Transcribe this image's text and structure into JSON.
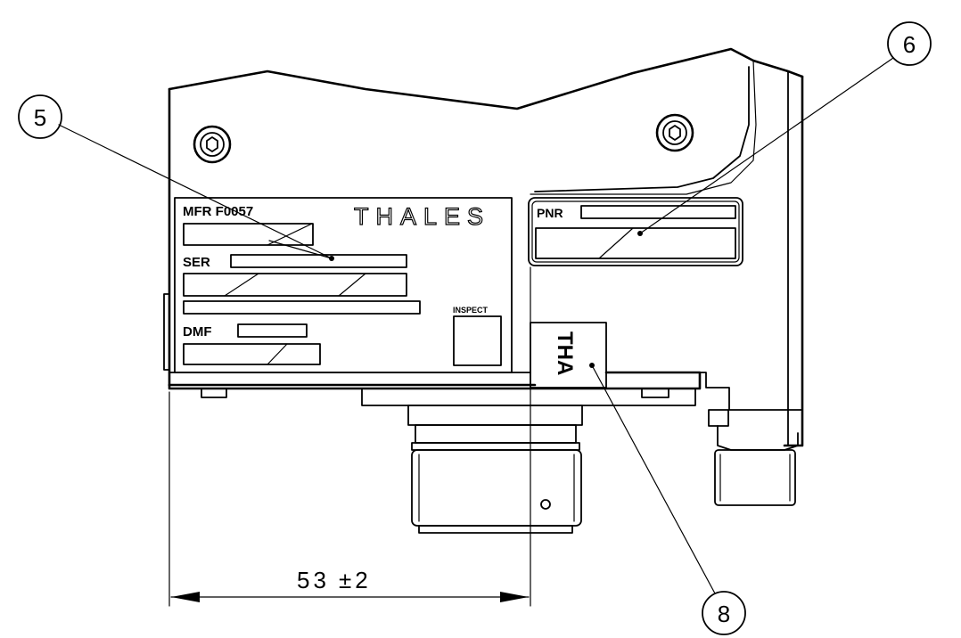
{
  "callouts": [
    {
      "number": "5"
    },
    {
      "number": "6"
    },
    {
      "number": "8"
    }
  ],
  "label_plate": {
    "brand": "THALES",
    "mfr_label": "MFR F0057",
    "ser_label": "SER",
    "dmf_label": "DMF",
    "inspect_label": "INSPECT"
  },
  "pnr_plate": {
    "pnr_label": "PNR"
  },
  "side_tag": {
    "text": "THA"
  },
  "dimension": {
    "value": "53",
    "tolerance": "±2"
  }
}
